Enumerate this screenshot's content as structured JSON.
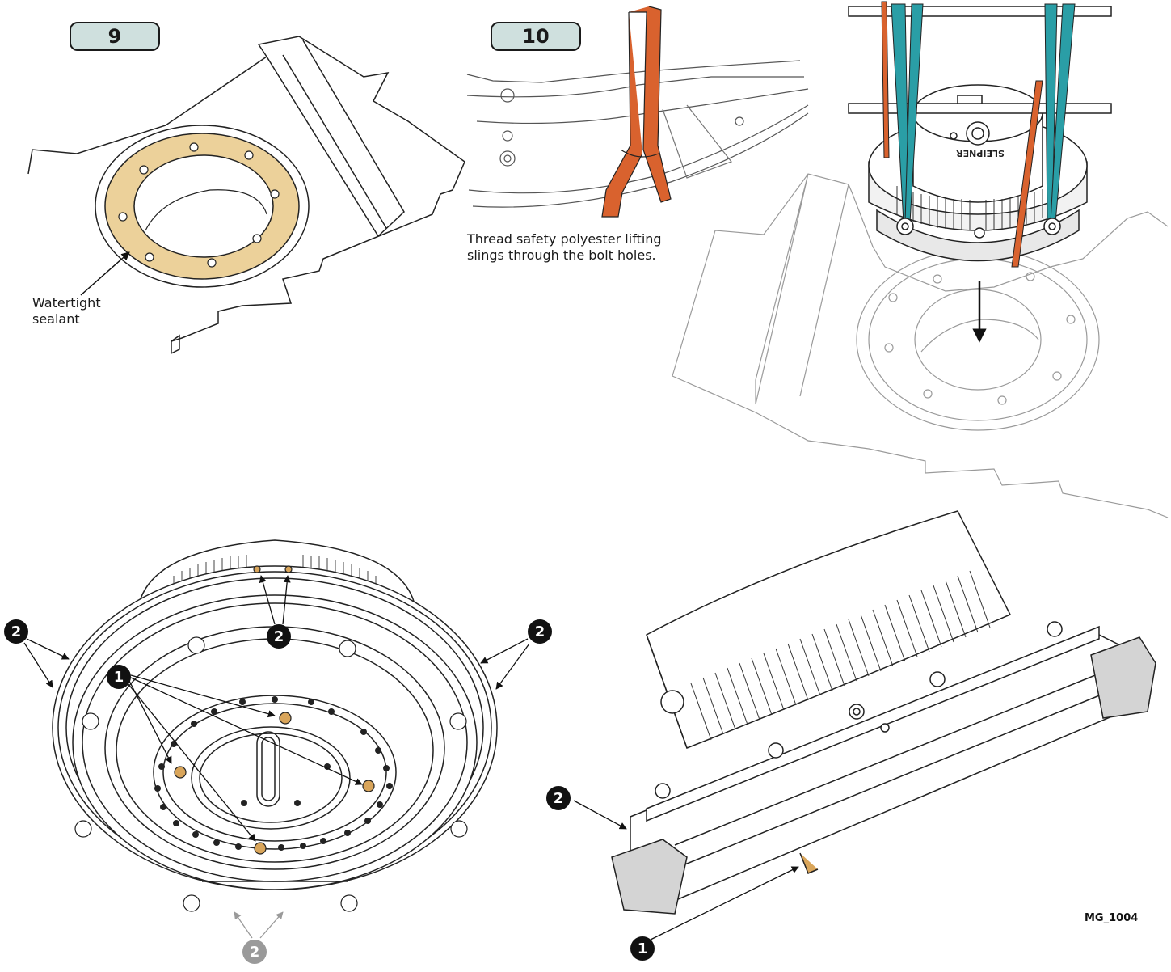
{
  "steps": {
    "step9": {
      "number": "9",
      "sealant_label": "Watertight\nsealant"
    },
    "step10": {
      "number": "10",
      "caption": "Thread safety polyester lifting slings through the bolt holes."
    }
  },
  "unit_label": "SLEIPNER",
  "callouts": {
    "one": "1",
    "two": "2"
  },
  "figure_code": "MG_1004",
  "colors": {
    "badge_fill": "#cfe0de",
    "sealant": "#ecd19a",
    "sling_orange": "#d9622e",
    "sling_teal": "#2a9ea6",
    "fastener_brass": "#d9a55a",
    "block_grey": "#d4d4d4"
  }
}
